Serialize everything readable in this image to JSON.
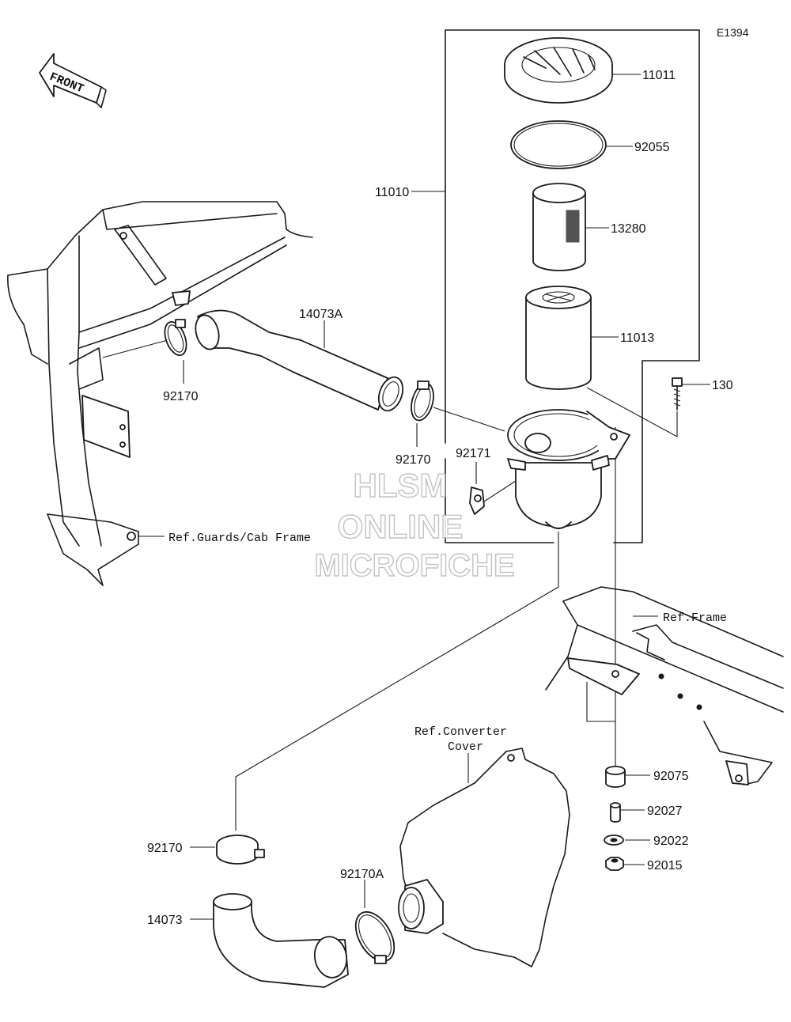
{
  "diagram_code": "E1394",
  "front_label": "FRONT",
  "watermark": [
    "HLSM",
    "ONLINE",
    "MICROFICHE"
  ],
  "parts": {
    "p11011": "11011",
    "p92055": "92055",
    "p13280": "13280",
    "p11010": "11010",
    "p11013": "11013",
    "p130": "130",
    "p14073A": "14073A",
    "p92170_a": "92170",
    "p92170_b": "92170",
    "p92171": "92171",
    "p92075": "92075",
    "p92027": "92027",
    "p92022": "92022",
    "p92015": "92015",
    "p92170_c": "92170",
    "p92170A": "92170A",
    "p14073": "14073"
  },
  "refs": {
    "guards": "Ref.Guards/Cab Frame",
    "frame": "Ref.Frame",
    "converter_1": "Ref.Converter",
    "converter_2": "Cover"
  }
}
